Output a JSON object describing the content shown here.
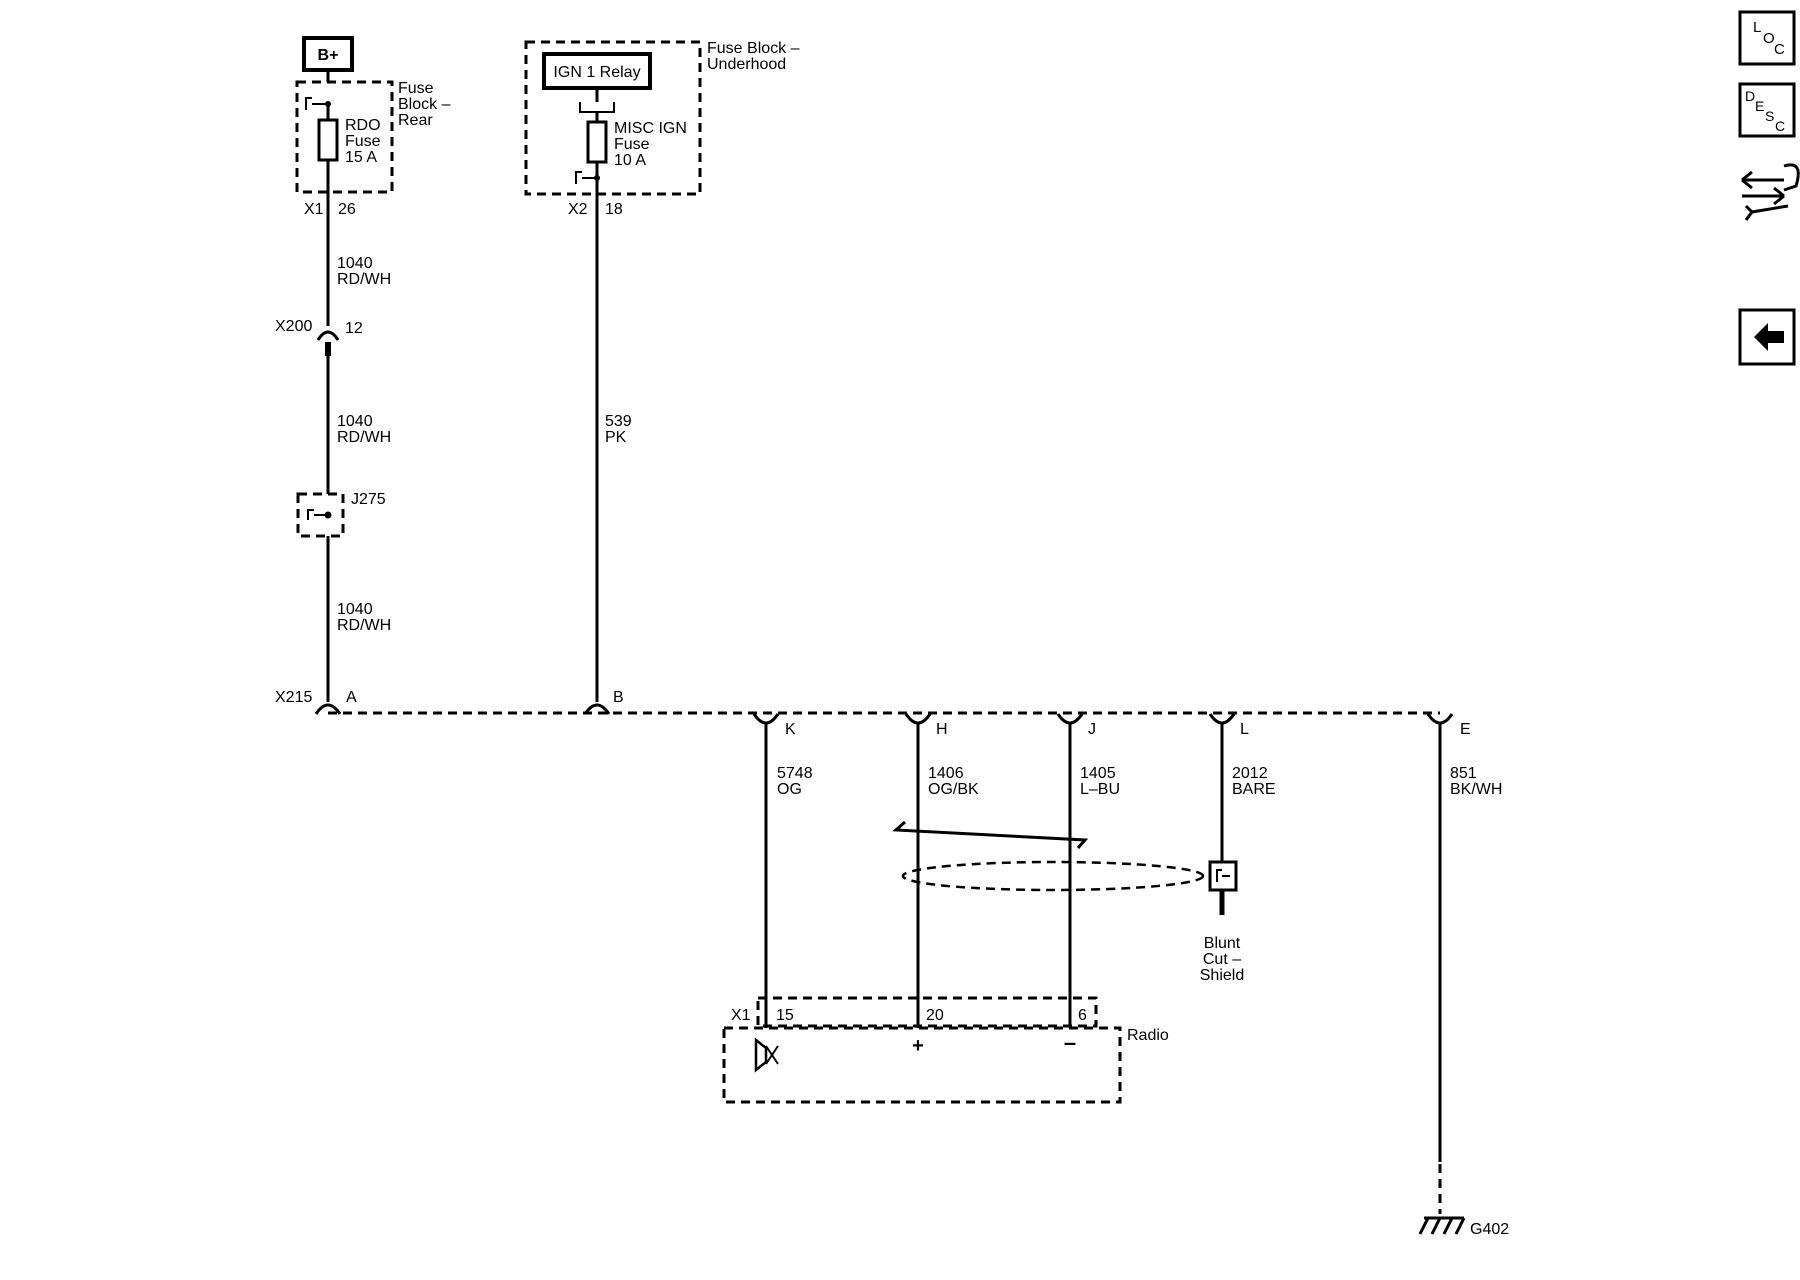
{
  "power": {
    "bplus": "B+",
    "fuse_block_rear": [
      "Fuse",
      "Block –",
      "Rear"
    ],
    "rdo_fuse": [
      "RDO",
      "Fuse",
      "15 A"
    ],
    "rear_conn": "X1",
    "rear_pin": "26",
    "ign_relay": "IGN 1 Relay",
    "fuse_block_underhood": [
      "Fuse Block –",
      "Underhood"
    ],
    "misc_fuse": [
      "MISC IGN",
      "Fuse",
      "10 A"
    ],
    "uh_conn": "X2",
    "uh_pin": "18"
  },
  "left_wire": {
    "seg1": [
      "1040",
      "RD/WH"
    ],
    "inline_conn": "X200",
    "inline_pin": "12",
    "seg2": [
      "1040",
      "RD/WH"
    ],
    "splice": "J275",
    "seg3": [
      "1040",
      "RD/WH"
    ]
  },
  "mid_wire": {
    "label": [
      "539",
      "PK"
    ]
  },
  "x215": {
    "name": "X215",
    "pins": [
      "A",
      "B",
      "K",
      "H",
      "J",
      "L",
      "E"
    ]
  },
  "circuits": {
    "k": [
      "5748",
      "OG"
    ],
    "h": [
      "1406",
      "OG/BK"
    ],
    "j": [
      "1405",
      "L–BU"
    ],
    "l": [
      "2012",
      "BARE"
    ],
    "e": [
      "851",
      "BK/WH"
    ]
  },
  "shield": {
    "label": [
      "Blunt",
      "Cut –",
      "Shield"
    ]
  },
  "radio": {
    "name": "Radio",
    "conn": "X1",
    "pins": [
      "15",
      "20",
      "6"
    ],
    "plus": "+",
    "minus": "–"
  },
  "ground": {
    "name": "G402"
  },
  "nav": {
    "loc": [
      "L",
      "O",
      "C"
    ],
    "desc": [
      "D",
      "E",
      "S",
      "C"
    ]
  }
}
